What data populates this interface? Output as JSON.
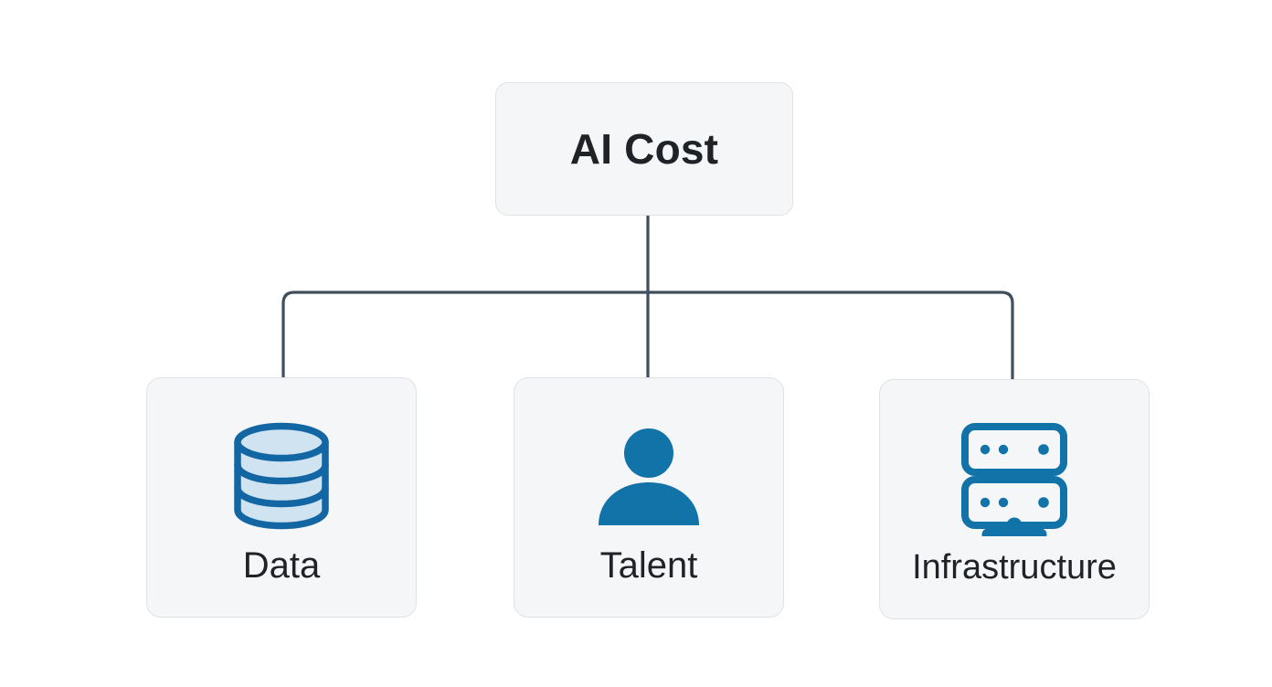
{
  "diagram": {
    "type": "hierarchy-tree",
    "orientation": "top-down",
    "background_color": "#ffffff",
    "card_background_color": "#f5f6f8",
    "card_border_color": "#dfe2e6",
    "connector_color": "#3f4f5e",
    "icon_accent_color": "#1173a8",
    "icon_fill_color": "#cfe3f1",
    "text_color": "#1f2328"
  },
  "root": {
    "title": "AI Cost"
  },
  "children": [
    {
      "label": "Data",
      "icon": "database-icon"
    },
    {
      "label": "Talent",
      "icon": "person-icon"
    },
    {
      "label": "Infrastructure",
      "icon": "server-icon"
    }
  ]
}
